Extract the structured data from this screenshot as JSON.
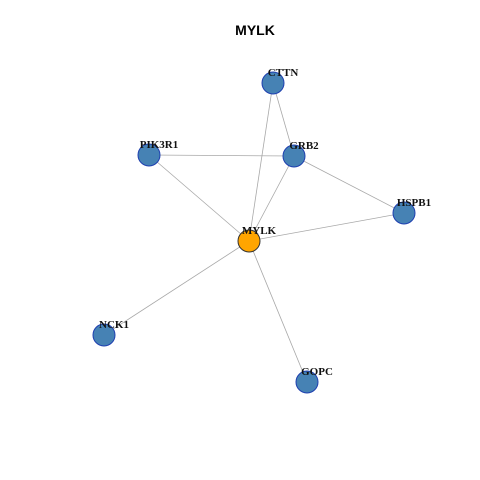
{
  "title": "MYLK",
  "colors": {
    "hub_fill": "#FFA500",
    "hub_stroke": "#333333",
    "node_fill": "#4682B4",
    "node_stroke": "#1E3FB0",
    "edge": "#A8A8A8"
  },
  "nodes": [
    {
      "id": "MYLK",
      "label": "MYLK",
      "hub": true
    },
    {
      "id": "CTTN",
      "label": "CTTN",
      "hub": false
    },
    {
      "id": "GRB2",
      "label": "GRB2",
      "hub": false
    },
    {
      "id": "PIK3R1",
      "label": "PIK3R1",
      "hub": false
    },
    {
      "id": "HSPB1",
      "label": "HSPB1",
      "hub": false
    },
    {
      "id": "NCK1",
      "label": "NCK1",
      "hub": false
    },
    {
      "id": "GOPC",
      "label": "GOPC",
      "hub": false
    }
  ],
  "edges": [
    [
      "MYLK",
      "CTTN"
    ],
    [
      "MYLK",
      "GRB2"
    ],
    [
      "MYLK",
      "PIK3R1"
    ],
    [
      "MYLK",
      "HSPB1"
    ],
    [
      "MYLK",
      "NCK1"
    ],
    [
      "MYLK",
      "GOPC"
    ],
    [
      "CTTN",
      "GRB2"
    ],
    [
      "PIK3R1",
      "GRB2"
    ],
    [
      "GRB2",
      "HSPB1"
    ]
  ]
}
